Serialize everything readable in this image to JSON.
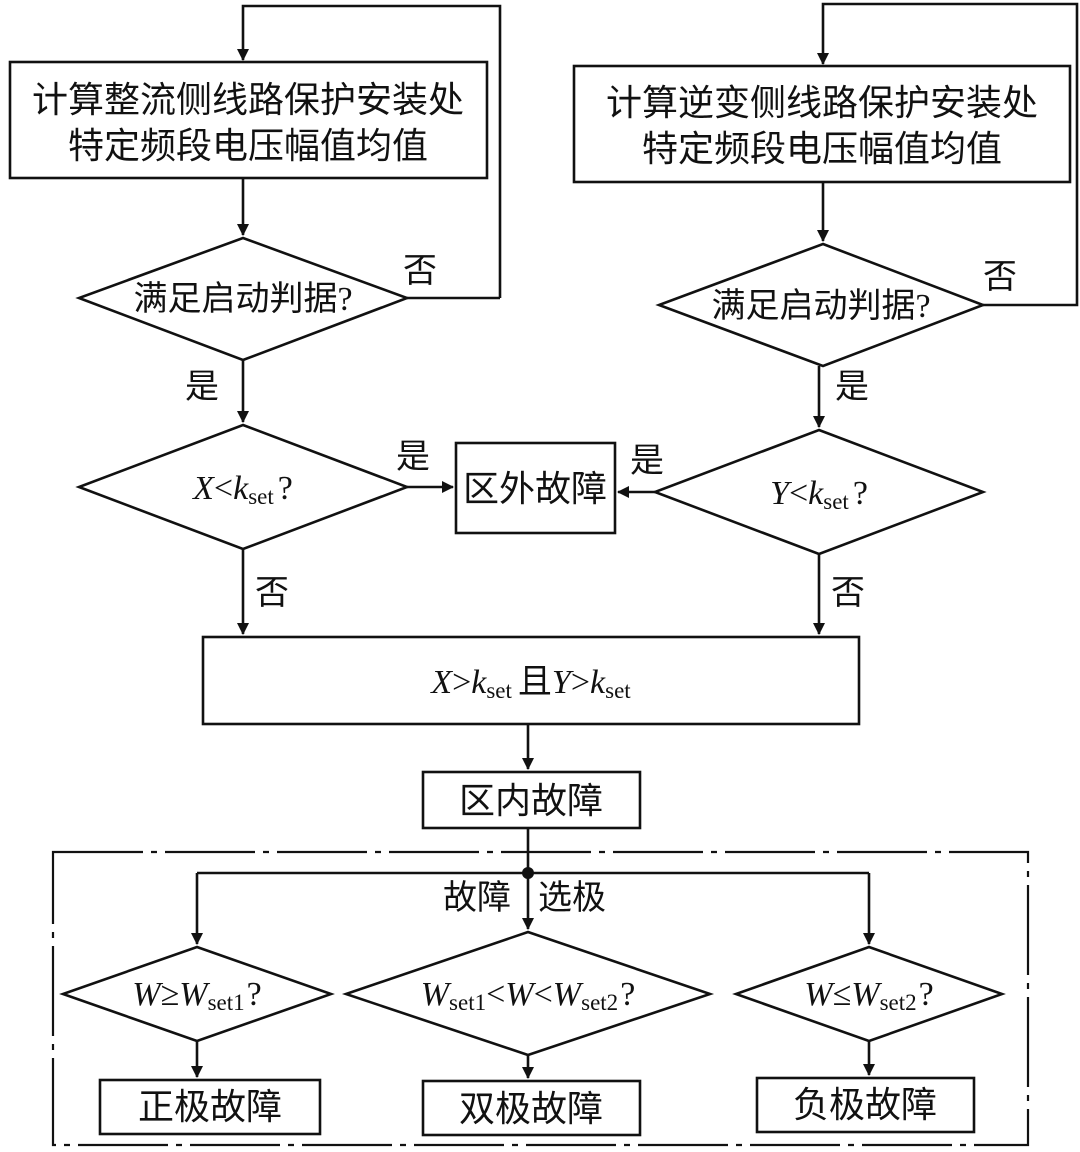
{
  "rectifier_box": {
    "line1": "计算整流侧线路保护安装处",
    "line2": "特定频段电压幅值均值"
  },
  "inverter_box": {
    "line1": "计算逆变侧线路保护安装处",
    "line2": "特定频段电压幅值均值"
  },
  "start_left": {
    "text": "满足启动判据",
    "q": "?"
  },
  "start_right": {
    "text": "满足启动判据",
    "q": "?"
  },
  "labels": {
    "yes": "是",
    "no": "否"
  },
  "dec_x": {
    "var": "X",
    "op": "<",
    "k": "k",
    "sub": "set",
    "q": "?"
  },
  "dec_y": {
    "var": "Y",
    "op": "<",
    "k": "k",
    "sub": "set",
    "q": "?"
  },
  "external_fault": "区外故障",
  "both_cond": {
    "x": "X",
    "gt": ">",
    "k": "k",
    "sub": "set",
    "and": "且",
    "y": "Y"
  },
  "internal_fault": "区内故障",
  "pole_selection": {
    "left": "故障",
    "right": "选极"
  },
  "dec_pos": {
    "w": "W",
    "op": "≥",
    "ws": "W",
    "sub": "set1",
    "q": "?"
  },
  "dec_mid": {
    "w": "W",
    "lt": "<",
    "sub1": "set1",
    "sub2": "set2",
    "q": "?"
  },
  "dec_neg": {
    "w": "W",
    "op": "≤",
    "ws": "W",
    "sub": "set2",
    "q": "?"
  },
  "results": {
    "positive": "正极故障",
    "bipolar": "双极故障",
    "negative": "负极故障"
  }
}
